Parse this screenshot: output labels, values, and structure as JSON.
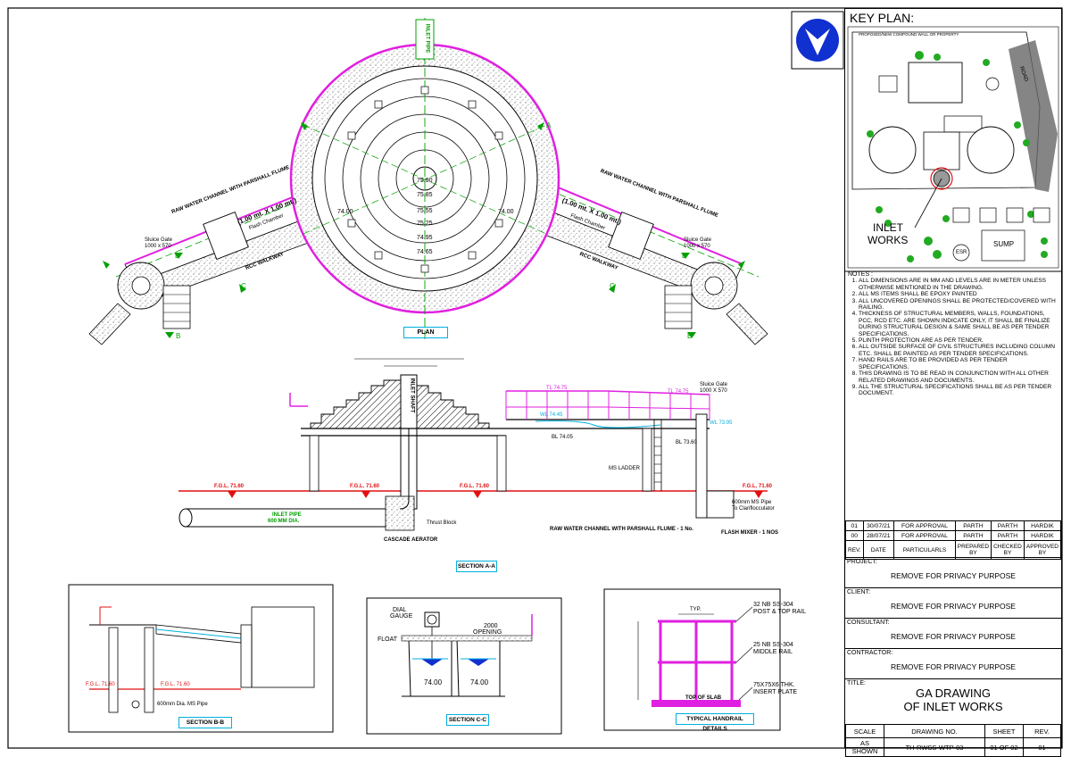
{
  "keyplan": {
    "title": "KEY PLAN:",
    "compound_note": "PROPOSED/NEW COMPOUND WALL OR PROPERTY",
    "road": "ROAD",
    "inlet_works": [
      "INLET",
      "WORKS"
    ],
    "esr": "ESR",
    "sump": "SUMP"
  },
  "notes": {
    "heading": "NOTES :",
    "items": [
      "ALL DIMENSIONS ARE IN MM AND LEVELS ARE IN METER UNLESS OTHERWISE MENTIONED IN THE DRAWING.",
      "ALL MS ITEMS SHALL BE EPOXY PAINTED",
      "ALL UNCOVERED OPENINGS SHALL BE PROTECTED/COVERED WITH RAILING.",
      "THICKNESS OF STRUCTURAL MEMBERS, WALLS, FOUNDATIONS, PCC, RCD ETC. ARE SHOWN INDICATE ONLY, IT SHALL BE FINALIZE DURING STRUCTURAL DESIGN & SAME SHALL BE AS PER TENDER SPECIFICATIONS.",
      "PLINTH PROTECTION ARE AS PER TENDER.",
      "ALL OUTSIDE SURFACE OF CIVIL STRUCTURES INCLUDING COLUMN ETC. SHALL BE PAINTED AS PER TENDER SPECIFICATIONS.",
      "HAND RAILS ARE TO BE PROVIDED AS PER TENDER SPECIFICATIONS.",
      "THIS DRAWING IS TO BE READ IN CONJUNCTION WITH ALL OTHER RELATED DRAWINGS AND DOCUMENTS.",
      "ALL THE STRUCTURAL SPECIFICATIONS SHALL BE AS PER TENDER DOCUMENT."
    ]
  },
  "revisions": {
    "rows": [
      {
        "rev": "01",
        "date": "30/07/21",
        "particulars": "FOR APPROVAL",
        "prepared": "PARTH",
        "checked": "PARTH",
        "approved": "HARDIK"
      },
      {
        "rev": "00",
        "date": "28/07/21",
        "particulars": "FOR APPROVAL",
        "prepared": "PARTH",
        "checked": "PARTH",
        "approved": "HARDIK"
      }
    ],
    "headers": {
      "rev": "REV.",
      "date": "DATE",
      "particulars": "PARTICULARLS",
      "prepared": "PREPARED BY",
      "checked": "CHECKED BY",
      "approved": "APPROVED BY"
    }
  },
  "project": {
    "label": "PROJECT:",
    "value": "REMOVE FOR PRIVACY PURPOSE"
  },
  "client": {
    "label": "CLIENT:",
    "value": "REMOVE FOR PRIVACY PURPOSE"
  },
  "consultant": {
    "label": "CONSULTANT:",
    "value": "REMOVE FOR PRIVACY PURPOSE"
  },
  "contractor": {
    "label": "CONTRACTOR:",
    "value": "REMOVE FOR PRIVACY PURPOSE"
  },
  "title": {
    "label": "TITLE:",
    "line1": "GA DRAWING",
    "line2": "OF INLET WORKS"
  },
  "footer": {
    "scale_h": "SCALE",
    "scale_v": "AS SHOWN",
    "dwg_h": "DRAWING NO.",
    "dwg_v": "TH-RWSS-WTP-03",
    "sheet_h": "SHEET",
    "sheet_v": "01 OF 02",
    "rev_h": "REV.",
    "rev_v": "01"
  },
  "plan": {
    "title": "PLAN",
    "levels": [
      "75.90",
      "75.85",
      "75.55",
      "75.25",
      "74.95",
      "74.65"
    ],
    "lvl_left": "74.00",
    "lvl_right": "74.00",
    "channel_left": "RAW WATER CHANNEL WITH PARSHALL FLUME",
    "channel_right": "RAW WATER CHANNEL WITH PARSHALL FLUME",
    "flume_left": "(1.00 mt. X 1.00 mt.)",
    "flume_right": "(1.00 mt. X 1.00 mt.)",
    "flash_chamber": "Flash Chamber",
    "rcc_walkway": "RCC WALKWAY",
    "sluice_gate": "Sluice Gate",
    "sluice_size": "1000 x 570",
    "inlet_pipe": "INLET PIPE",
    "a": "A",
    "b": "B",
    "c": "C"
  },
  "section_aa": {
    "title": "SECTION A-A",
    "fgl": "F.G.L. 71.60",
    "tl1": "TL 74.75",
    "tl2": "TL 74.75",
    "wl1": "WL 74.45",
    "wl2": "WL 73.95",
    "bl1": "BL 74.05",
    "bl2": "BL 73.60",
    "sluice": "Sluice Gate",
    "sluice_size": "1000 X 570",
    "ms_ladder": "MS LADDER",
    "inlet_pipe": "INLET PIPE",
    "inlet_dia": "600 MM DIA.",
    "thrust": "Thrust Block",
    "aerator": "CASCADE AERATOR",
    "channel": "RAW WATER CHANNEL WITH PARSHALL FLUME - 1 No.",
    "flash": "FLASH MIXER - 1 NOS",
    "ms_pipe": "600mm MS Pipe",
    "clarifloc": "To Clariflocculator",
    "inlet_shaft": "INLET SHAFT"
  },
  "section_bb": {
    "title": "SECTION B-B",
    "pipe": "600mm Dia. MS Pipe",
    "fgl": "F.G.L. 71.60"
  },
  "section_cc": {
    "title": "SECTION C-C",
    "dial": "DIAL",
    "gauge": "GAUGE",
    "float": "FLOAT",
    "open1": "2000",
    "open2": "OPENING",
    "lvl1": "74.00",
    "lvl2": "74.00"
  },
  "handrail": {
    "title": "TYPICAL HANDRAIL DETAILS",
    "p1": "32 NB SS-304",
    "p2": "POST & TOP RAIL",
    "m1": "25 NB SS-304",
    "m2": "MIDDLE RAIL",
    "i1": "75X75X6 THK.",
    "i2": "INSERT PLATE",
    "slab": "TOP OF SLAB",
    "typ": "TYP."
  },
  "colors": {
    "magenta": "#e020e0",
    "green": "#00a000",
    "red": "#e01010",
    "cyan": "#00b0e0",
    "blue": "#1030d0"
  }
}
